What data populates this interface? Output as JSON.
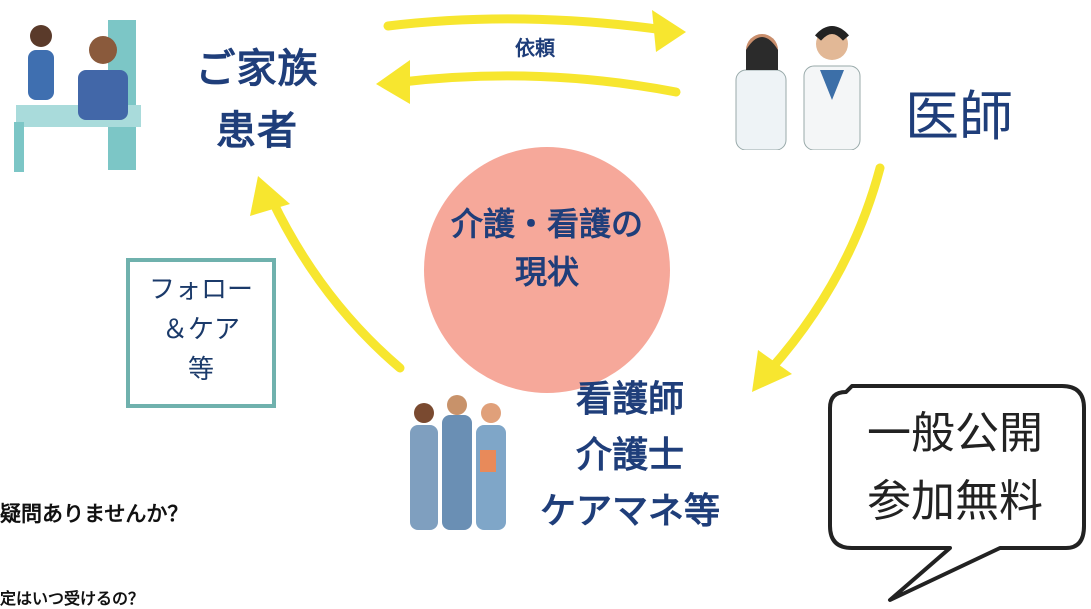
{
  "diagram": {
    "family_patient": [
      "ご家族",
      "患者"
    ],
    "doctor": "医師",
    "request": "依頼",
    "center": [
      "介護・看護の",
      "現状"
    ],
    "follow_care": [
      "フォロー",
      "＆ケア",
      "等"
    ],
    "staff": [
      "看護師",
      "介護士",
      "ケアマネ等"
    ]
  },
  "speech_bubble": [
    "一般公開",
    "参加無料"
  ],
  "left_text": {
    "question": "疑問ありませんか？",
    "sub_question": "定はいつ受けるの？"
  },
  "colors": {
    "arrow": "#f7e62f",
    "circle": "#f6a89a",
    "label": "#1f3e7a",
    "box_border": "#6fb1ad"
  }
}
